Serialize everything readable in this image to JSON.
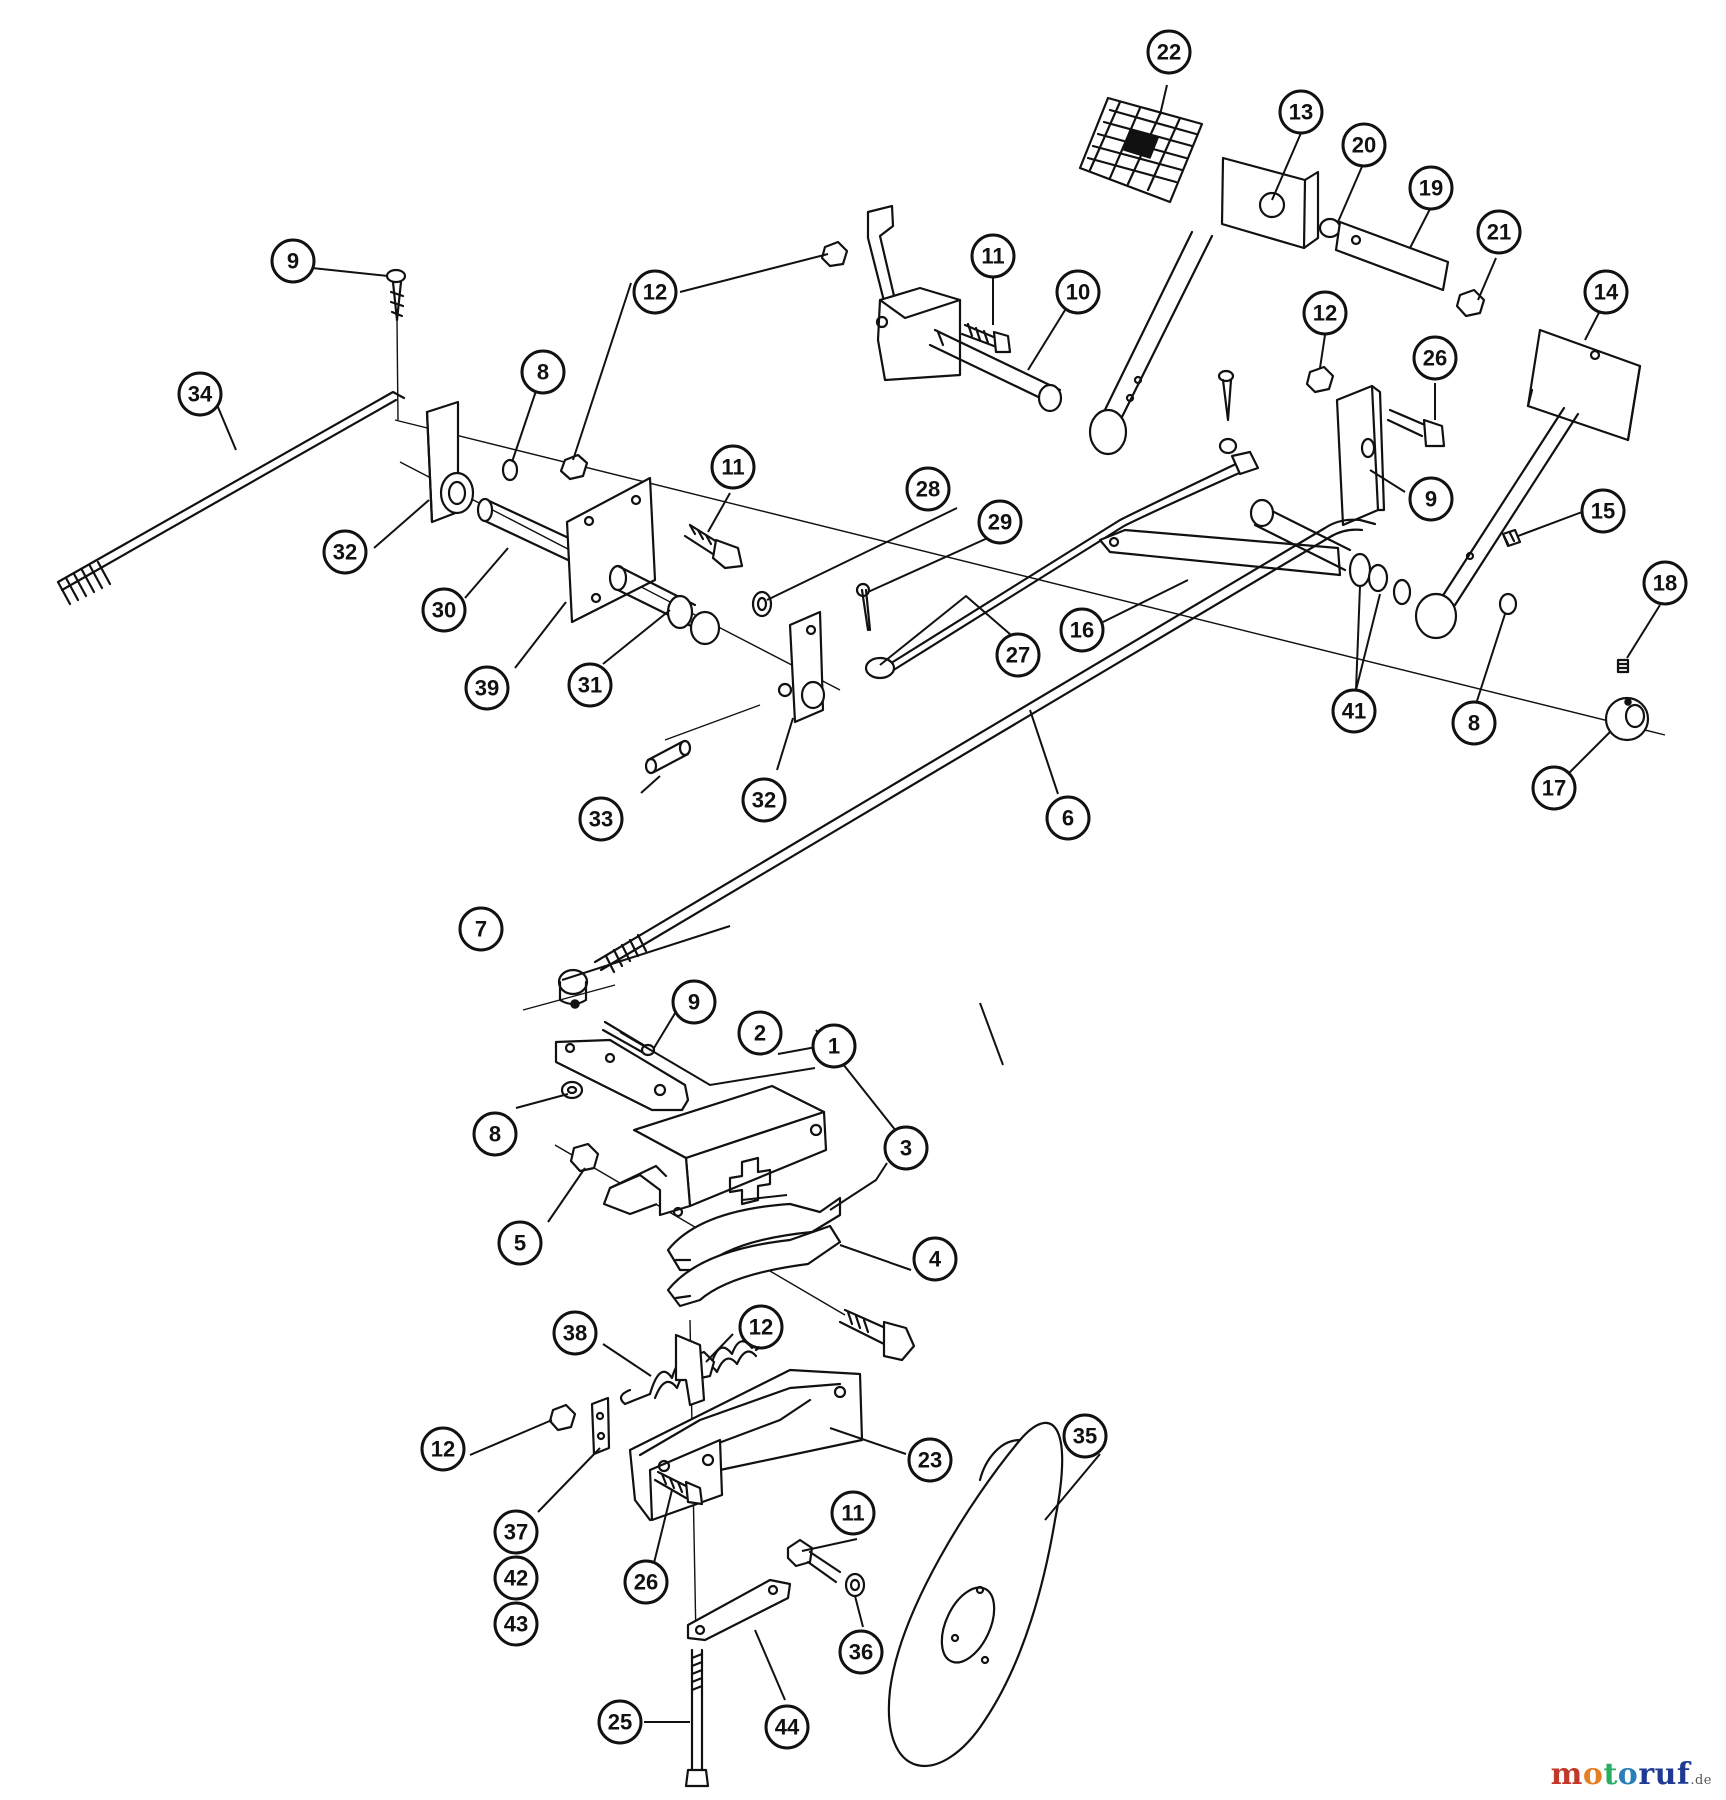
{
  "callouts": [
    {
      "id": "c1",
      "label": "1"
    },
    {
      "id": "c2",
      "label": "2"
    },
    {
      "id": "c3",
      "label": "3"
    },
    {
      "id": "c4",
      "label": "4"
    },
    {
      "id": "c5",
      "label": "5"
    },
    {
      "id": "c6",
      "label": "6"
    },
    {
      "id": "c7",
      "label": "7"
    },
    {
      "id": "c8a",
      "label": "8"
    },
    {
      "id": "c8b",
      "label": "8"
    },
    {
      "id": "c8c",
      "label": "8"
    },
    {
      "id": "c9a",
      "label": "9"
    },
    {
      "id": "c9b",
      "label": "9"
    },
    {
      "id": "c9c",
      "label": "9"
    },
    {
      "id": "c10",
      "label": "10"
    },
    {
      "id": "c11a",
      "label": "11"
    },
    {
      "id": "c11b",
      "label": "11"
    },
    {
      "id": "c11c",
      "label": "11"
    },
    {
      "id": "c12a",
      "label": "12"
    },
    {
      "id": "c12b",
      "label": "12"
    },
    {
      "id": "c12c",
      "label": "12"
    },
    {
      "id": "c12d",
      "label": "12"
    },
    {
      "id": "c13",
      "label": "13"
    },
    {
      "id": "c14",
      "label": "14"
    },
    {
      "id": "c15",
      "label": "15"
    },
    {
      "id": "c16",
      "label": "16"
    },
    {
      "id": "c17",
      "label": "17"
    },
    {
      "id": "c18",
      "label": "18"
    },
    {
      "id": "c19",
      "label": "19"
    },
    {
      "id": "c20",
      "label": "20"
    },
    {
      "id": "c21",
      "label": "21"
    },
    {
      "id": "c22",
      "label": "22"
    },
    {
      "id": "c23",
      "label": "23"
    },
    {
      "id": "c25",
      "label": "25"
    },
    {
      "id": "c26a",
      "label": "26"
    },
    {
      "id": "c26b",
      "label": "26"
    },
    {
      "id": "c27",
      "label": "27"
    },
    {
      "id": "c28",
      "label": "28"
    },
    {
      "id": "c29",
      "label": "29"
    },
    {
      "id": "c30",
      "label": "30"
    },
    {
      "id": "c31",
      "label": "31"
    },
    {
      "id": "c32a",
      "label": "32"
    },
    {
      "id": "c32b",
      "label": "32"
    },
    {
      "id": "c33",
      "label": "33"
    },
    {
      "id": "c34",
      "label": "34"
    },
    {
      "id": "c35",
      "label": "35"
    },
    {
      "id": "c36",
      "label": "36"
    },
    {
      "id": "c37",
      "label": "37"
    },
    {
      "id": "c38",
      "label": "38"
    },
    {
      "id": "c39",
      "label": "39"
    },
    {
      "id": "c41",
      "label": "41"
    },
    {
      "id": "c42",
      "label": "42"
    },
    {
      "id": "c43",
      "label": "43"
    },
    {
      "id": "c44",
      "label": "44"
    }
  ],
  "watermark": {
    "parts": [
      {
        "text": "m",
        "color": "#c0392b"
      },
      {
        "text": "o",
        "color": "#e67e22"
      },
      {
        "text": "t",
        "color": "#27ae60"
      },
      {
        "text": "o",
        "color": "#2980b9"
      },
      {
        "text": "ruf",
        "color": "#1f3a93"
      }
    ],
    "suffix": ".de"
  }
}
